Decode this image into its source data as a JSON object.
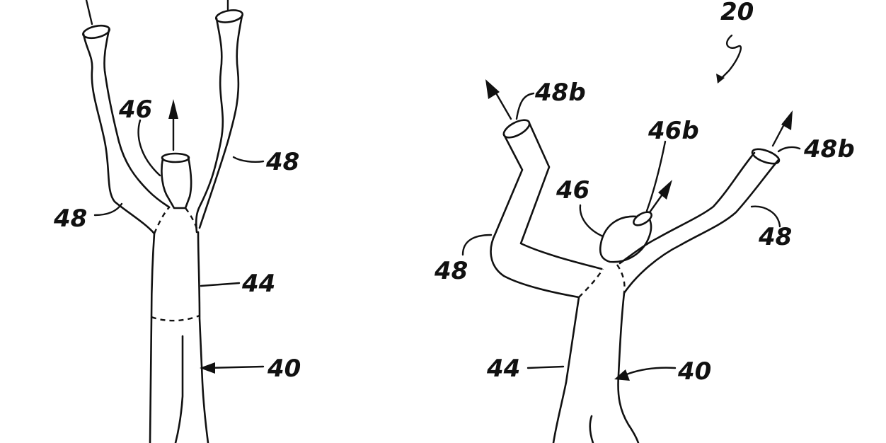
{
  "figure": {
    "left_labels": {
      "ref_46": "46",
      "ref_48_right": "48",
      "ref_48_left": "48",
      "ref_44": "44",
      "ref_40": "40"
    },
    "right_labels": {
      "ref_20": "20",
      "ref_48b_left": "48b",
      "ref_46b": "46b",
      "ref_46": "46",
      "ref_48b_right": "48b",
      "ref_48_left": "48",
      "ref_48_right": "48",
      "ref_44": "44",
      "ref_40": "40"
    }
  }
}
